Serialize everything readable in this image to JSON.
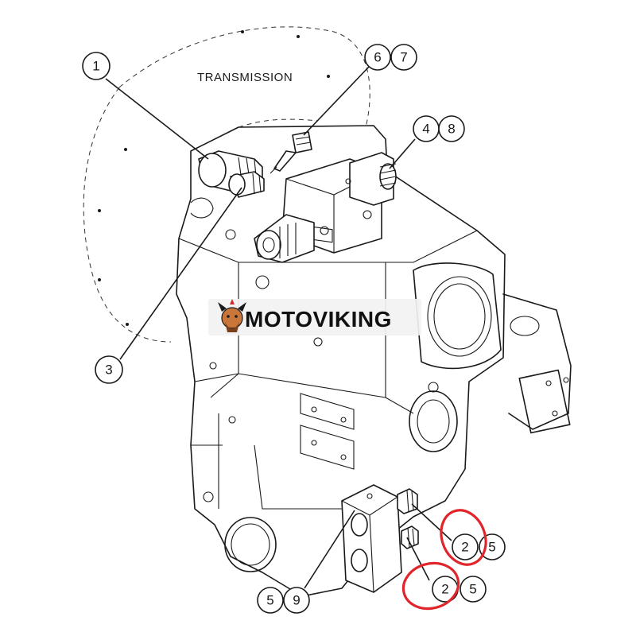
{
  "diagram": {
    "label_transmission": "TRANSMISSION",
    "watermark": "MOTOVIKING",
    "colors": {
      "line": "#1a1a1a",
      "highlight": "#e0252b",
      "watermark_bg": "#f2f2f2"
    },
    "callouts": {
      "c1": "1",
      "c3": "3",
      "c6": "6",
      "c7": "7",
      "c4": "4",
      "c8": "8",
      "c2a": "2",
      "c5a": "5",
      "c2b": "2",
      "c5b": "5",
      "c5c": "5",
      "c9": "9"
    }
  }
}
